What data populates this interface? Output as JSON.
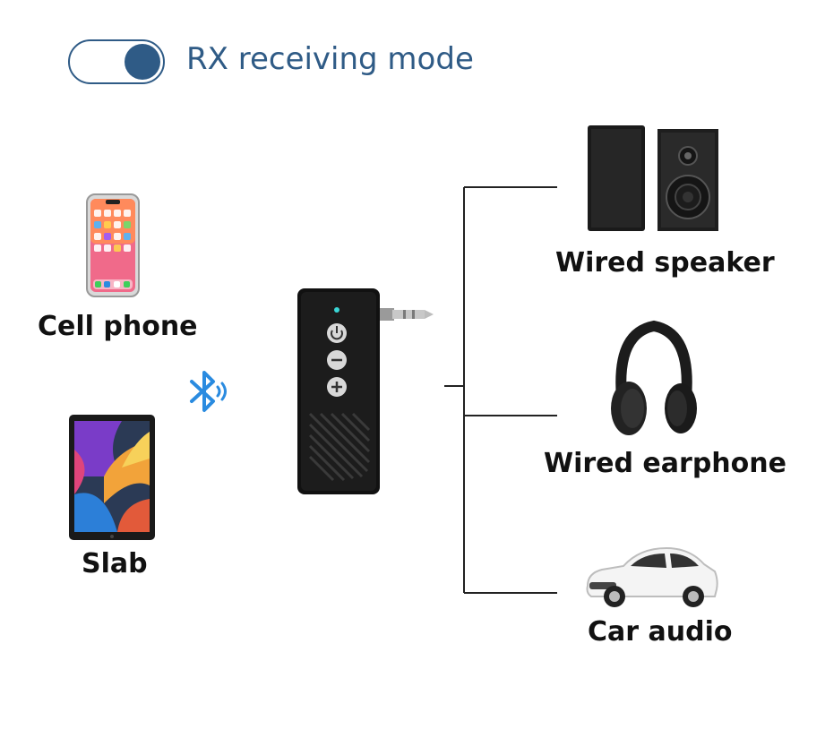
{
  "header": {
    "mode_label": "RX receiving mode"
  },
  "sources": [
    {
      "label": "Cell phone",
      "icon": "smartphone-icon"
    },
    {
      "label": "Slab",
      "icon": "tablet-icon"
    }
  ],
  "connection": {
    "icon": "bluetooth-icon",
    "color": "#2a8be0"
  },
  "device": {
    "icon": "bluetooth-receiver-icon"
  },
  "outputs": [
    {
      "label": "Wired speaker",
      "icon": "speaker-icon"
    },
    {
      "label": "Wired earphone",
      "icon": "headphones-icon"
    },
    {
      "label": "Car audio",
      "icon": "car-icon"
    }
  ],
  "colors": {
    "accent": "#2f5b86",
    "bluetooth": "#2a8be0",
    "lines": "#222222"
  }
}
